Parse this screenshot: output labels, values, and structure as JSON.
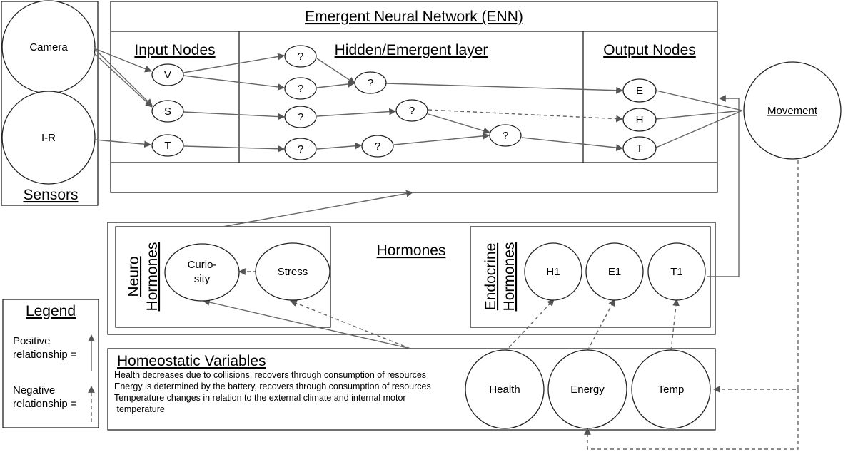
{
  "enn": {
    "title": "Emergent Neural Network (ENN)",
    "input_title": "Input Nodes",
    "hidden_title": "Hidden/Emergent layer",
    "output_title": "Output Nodes",
    "inputs": [
      "V",
      "S",
      "T"
    ],
    "hidden": [
      "?",
      "?",
      "?",
      "?",
      "?",
      "?",
      "?",
      "?"
    ],
    "outputs": [
      "E",
      "H",
      "T"
    ]
  },
  "sensors": {
    "title": "Sensors",
    "camera": "Camera",
    "ir": "I-R"
  },
  "movement": "Movement",
  "hormones": {
    "title": "Hormones",
    "neuro_line1": "Neuro",
    "neuro_line2": "Hormones",
    "curiosity_line1": "Curio-",
    "curiosity_line2": "sity",
    "stress": "Stress",
    "endocrine_line1": "Endocrine",
    "endocrine_line2": "Hormones",
    "endocrine": [
      "H1",
      "E1",
      "T1"
    ]
  },
  "legend": {
    "title": "Legend",
    "positive_line1": "Positive",
    "positive_line2": "relationship =",
    "negative_line1": "Negative",
    "negative_line2": "relationship ="
  },
  "homeostatic": {
    "title": "Homeostatic Variables",
    "lines": [
      "Health decreases due to collisions, recovers through consumption of resources",
      "Energy is determined by the battery, recovers through consumption of resources",
      "Temperature changes in relation to the external climate and internal motor",
      " temperature"
    ],
    "variables": [
      "Health",
      "Energy",
      "Temp"
    ]
  }
}
